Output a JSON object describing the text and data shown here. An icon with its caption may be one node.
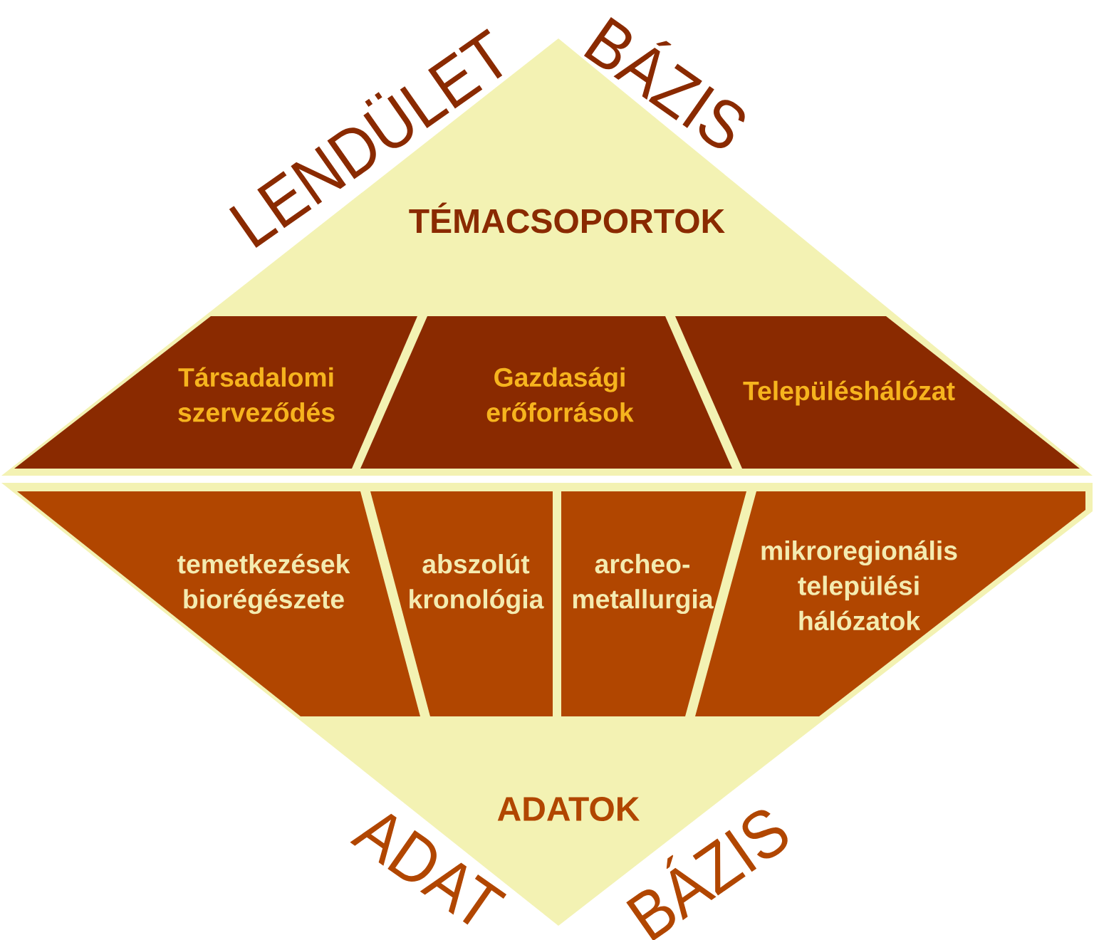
{
  "diagram": {
    "nodes": [
      {
        "text": [
          "TÉMACSOPORTOK"
        ]
      },
      {
        "text": [
          "Társadalomi szerveződés"
        ],
        "in": 0
      },
      {
        "text": [
          "Gazdasági erőforrások"
        ],
        "in": 0
      },
      {
        "text": [
          "Településhálózat"
        ],
        "in": 0
      },
      {
        "text": [
          "ADATOK"
        ]
      },
      {
        "text": [
          "temetkezések biorégészete"
        ],
        "in": 4
      },
      {
        "text": [
          "abszolút kronológia"
        ],
        "in": 4
      },
      {
        "text": [
          "archeo-metallurgia"
        ],
        "in": 4
      },
      {
        "text": [
          "mikroregionális települési hálózatok"
        ],
        "in": 4
      }
    ],
    "labels": [
      "LENDÜLET",
      "BÁZIS",
      "ADAT",
      "BÁZIS"
    ]
  }
}
